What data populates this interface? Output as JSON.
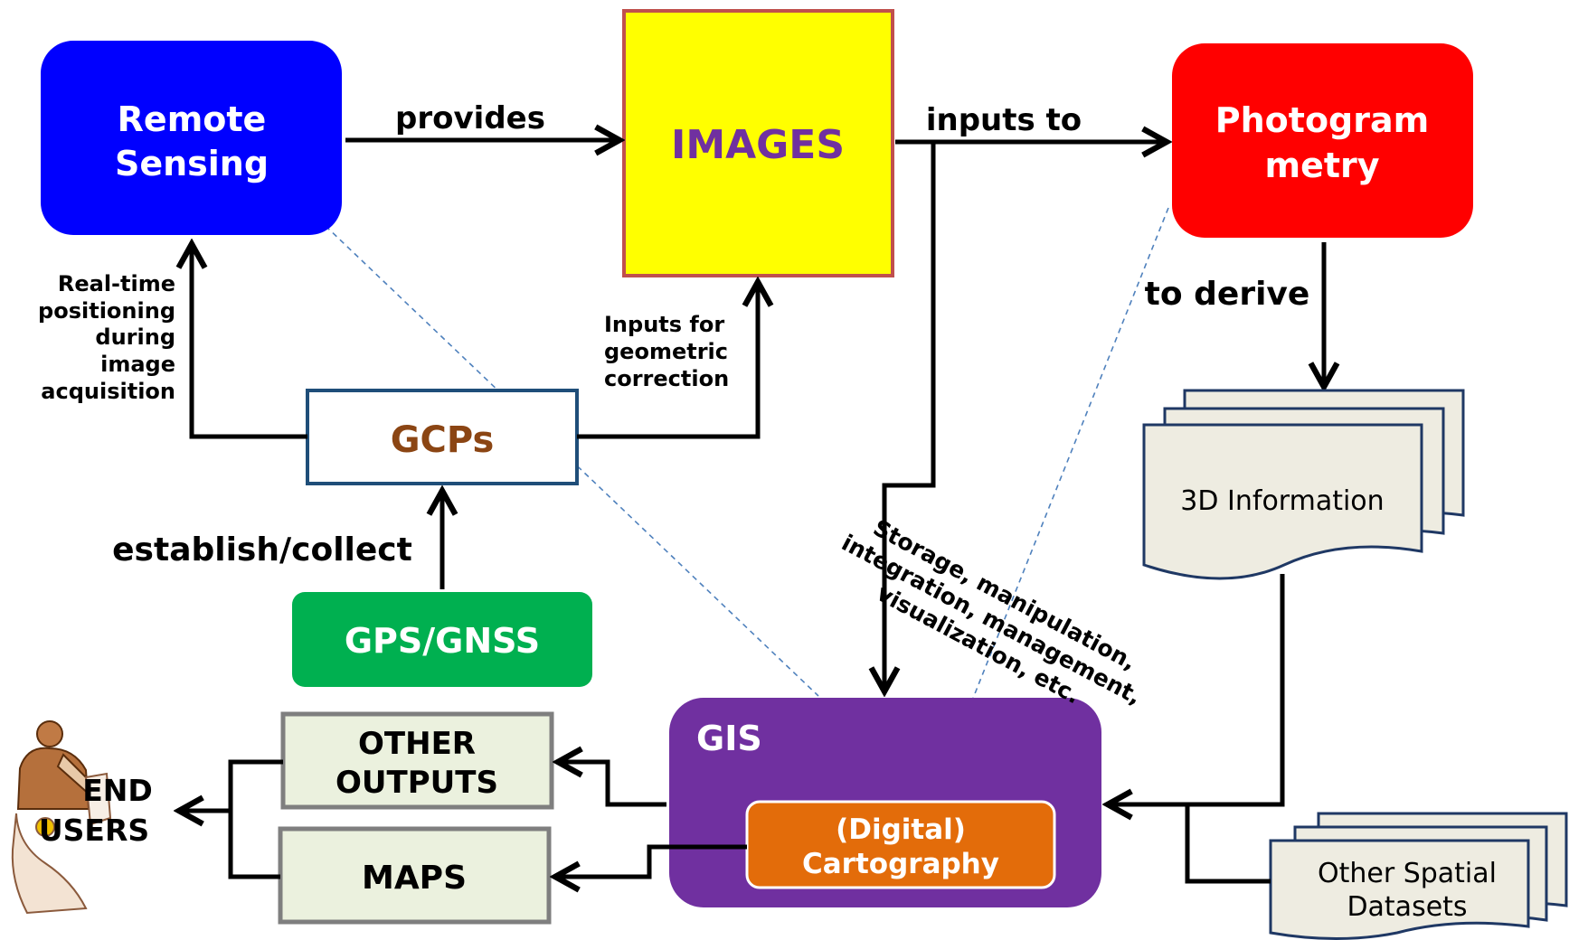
{
  "nodes": {
    "remote_sensing": {
      "line1": "Remote",
      "line2": "Sensing",
      "color": "#0000ff"
    },
    "images": {
      "label": "IMAGES",
      "fill": "#ffff00",
      "border": "#c0504d",
      "text_color": "#7030a0"
    },
    "photogrammetry": {
      "line1": "Photogram",
      "line2": "metry",
      "color": "#ff0000"
    },
    "gcps": {
      "label": "GCPs",
      "text_color": "#8b4513",
      "border": "#1f4e79"
    },
    "gps": {
      "label": "GPS/GNSS",
      "color": "#00b050"
    },
    "gis": {
      "label": "GIS",
      "color": "#7030a0"
    },
    "cartography": {
      "line1": "(Digital)",
      "line2": "Cartography",
      "color": "#e36c0a"
    },
    "info3d": {
      "label": "3D Information"
    },
    "other_datasets": {
      "line1": "Other Spatial",
      "line2": "Datasets"
    },
    "other_outputs": {
      "line1": "OTHER",
      "line2": "OUTPUTS"
    },
    "maps": {
      "label": "MAPS"
    },
    "end_users": {
      "line1": "END",
      "line2": "USERS"
    }
  },
  "edges": {
    "provides": "provides",
    "inputs_to": "inputs to",
    "to_derive": "to derive",
    "establish": "establish/collect",
    "realtime": [
      "Real-time",
      "positioning",
      "during",
      "image",
      "acquisition"
    ],
    "geometric": [
      "Inputs for",
      "geometric",
      "correction"
    ],
    "storage": [
      "Storage, manipulation,",
      "integration, management,",
      "visualization, etc."
    ]
  }
}
